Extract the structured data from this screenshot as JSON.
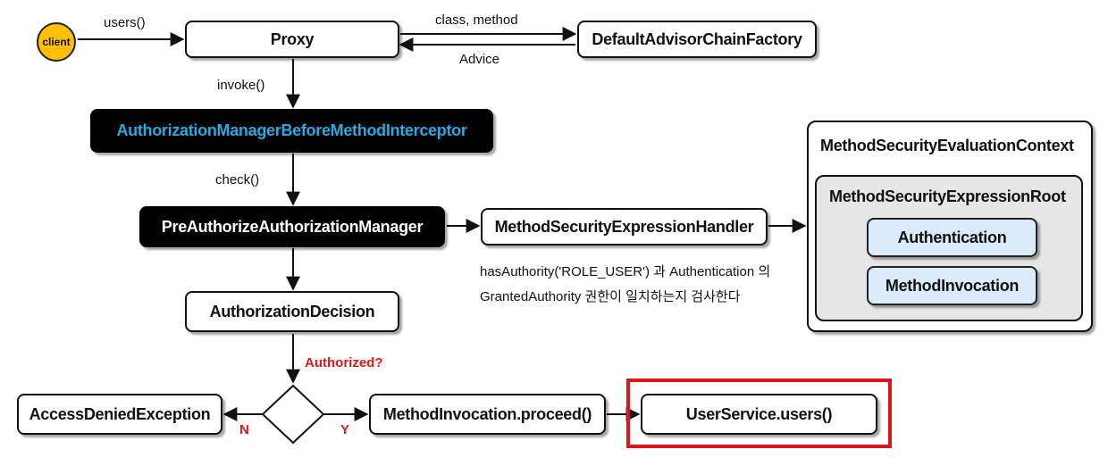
{
  "nodes": {
    "client": "client",
    "proxy": "Proxy",
    "advisor_factory": "DefaultAdvisorChainFactory",
    "before_interceptor": "AuthorizationManagerBeforeMethodInterceptor",
    "pre_authorize_manager": "PreAuthorizeAuthorizationManager",
    "expression_handler": "MethodSecurityExpressionHandler",
    "authorization_decision": "AuthorizationDecision",
    "access_denied": "AccessDeniedException",
    "proceed": "MethodInvocation.proceed()",
    "user_service": "UserService.users()"
  },
  "context": {
    "title": "MethodSecurityEvaluationContext",
    "root_title": "MethodSecurityExpressionRoot",
    "authentication": "Authentication",
    "method_invocation": "MethodInvocation"
  },
  "edge_labels": {
    "users_call": "users()",
    "class_method": "class, method",
    "advice": "Advice",
    "invoke": "invoke()",
    "check": "check()",
    "authorized_question": "Authorized?",
    "no": "N",
    "yes": "Y"
  },
  "note": {
    "line1": "hasAuthority('ROLE_USER') 과 Authentication 의",
    "line2": "GrantedAuthority 권한이 일치하는지 검사한다"
  },
  "colors": {
    "client_fill": "#ffc000",
    "interceptor_text": "#29aae2",
    "highlight": "#e0151b",
    "decision_label": "#e3151a",
    "inner_box_fill": "#dcebfa"
  }
}
